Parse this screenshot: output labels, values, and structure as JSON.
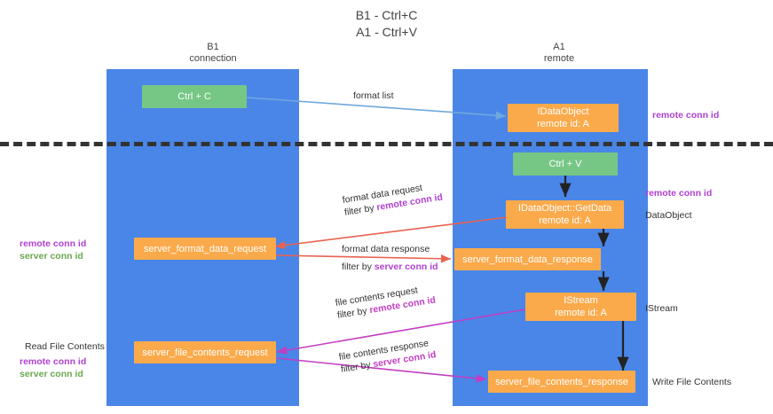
{
  "title": {
    "line1": "B1 - Ctrl+C",
    "line2": "A1 - Ctrl+V"
  },
  "lanes": [
    {
      "name": "B1",
      "role": "connection"
    },
    {
      "name": "A1",
      "role": "remote"
    }
  ],
  "nodes": {
    "ctrl_c": {
      "label": "Ctrl + C"
    },
    "ctrl_v": {
      "label": "Ctrl + V"
    },
    "idataobject": {
      "label": "IDataObject",
      "sub": "remote id: A"
    },
    "getdata": {
      "label": "IDataObject::GetData",
      "sub": "remote id: A"
    },
    "istream": {
      "label": "IStream",
      "sub": "remote id: A"
    },
    "server_format_data_request": {
      "label": "server_format_data_request"
    },
    "server_format_data_response": {
      "label": "server_format_data_response"
    },
    "server_file_contents_request": {
      "label": "server_file_contents_request"
    },
    "server_file_contents_response": {
      "label": "server_file_contents_response"
    }
  },
  "edges": {
    "format_list": {
      "label": "format list"
    },
    "format_data_request": {
      "line1": "format data request",
      "prefix": "filter by ",
      "key": "remote conn id"
    },
    "format_data_response": {
      "line1": "format data response",
      "prefix": "filter by ",
      "key": "server conn id"
    },
    "file_contents_request": {
      "line1": "file contents request",
      "prefix": "filter by ",
      "key": "remote conn id"
    },
    "file_contents_response": {
      "line1": "file contents response",
      "prefix": "filter by ",
      "key": "server conn id"
    }
  },
  "annotations": {
    "right_top_remote_conn_id": "remote conn id",
    "right_mid_remote_conn_id": "remote conn id",
    "right_dataobject": "DataObject",
    "right_istream": "IStream",
    "right_write_file_contents": "Write File Contents",
    "left_remote_conn_id": "remote conn id",
    "left_server_conn_id": "server conn id",
    "left_read_file_contents": "Read File Contents",
    "left_bottom_remote_conn_id": "remote conn id",
    "left_bottom_server_conn_id": "server conn id"
  },
  "colors": {
    "lane": "#4a86e8",
    "green_node": "#76c785",
    "orange_node": "#fbaa4b",
    "purple_text": "#b041d1",
    "green_text": "#6aa84f",
    "red_arrow": "#e8624f",
    "magenta_arrow": "#c23ec2",
    "blue_arrow": "#6fa8dc",
    "black_arrow": "#222222"
  }
}
